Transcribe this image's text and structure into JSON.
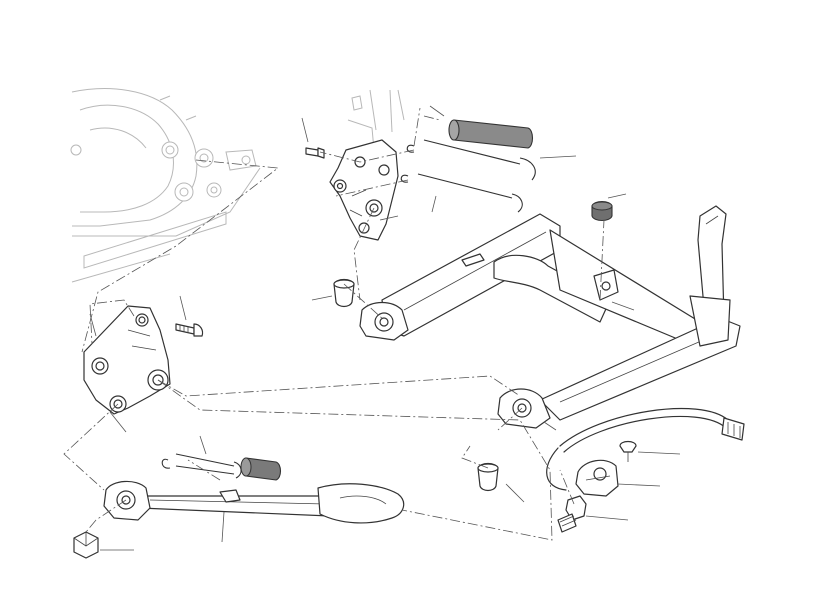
{
  "diagram": {
    "colors": {
      "line": "#333333",
      "ghost": "#b8b8b8",
      "sleeve_fill": "#8a8a8a",
      "cap_fill": "#6f6f6f",
      "background": "#ffffff"
    },
    "parts": [
      "engine-case-ghost",
      "frame-bracket-ghost",
      "upper-bracket",
      "center-stand",
      "center-stand-pedal",
      "upper-spring-sleeve",
      "center-stand-spring-upper",
      "center-stand-spring-lower",
      "rubber-stopper",
      "pivot-bush-left",
      "pivot-bush-right",
      "pin-small",
      "side-stand-bracket",
      "bracket-bolt",
      "side-stand",
      "side-stand-spring",
      "side-stand-spring-sleeve",
      "side-stand-nut",
      "side-stand-switch",
      "switch-screw",
      "switch-bolt"
    ]
  }
}
